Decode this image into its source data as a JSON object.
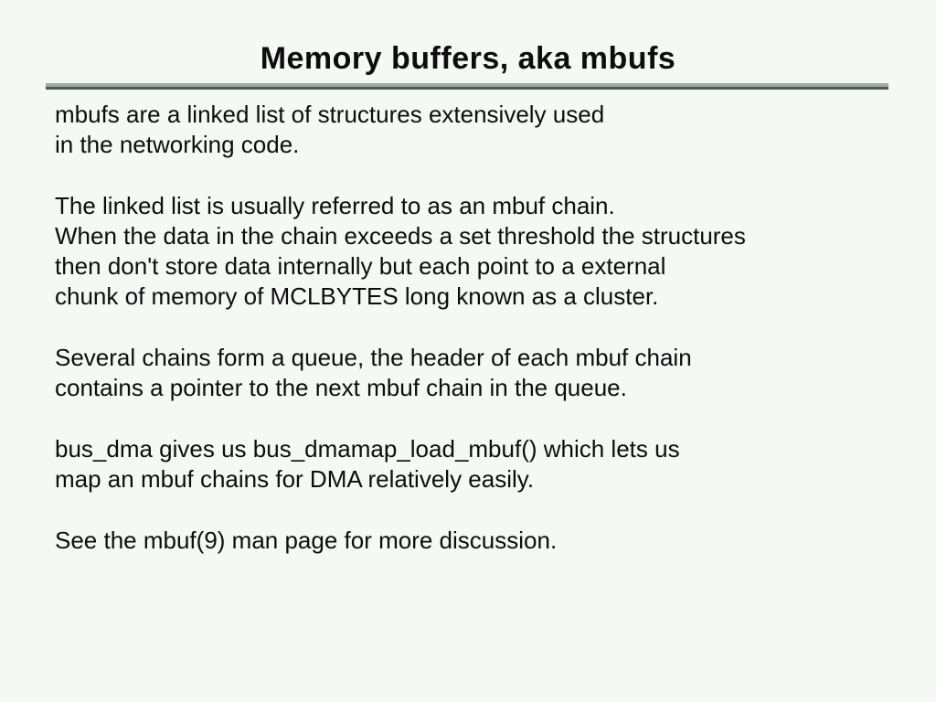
{
  "page": {
    "background_color": "#f4f9f4",
    "text_color": "#0d0d0d"
  },
  "slide": {
    "title": "Memory buffers, aka mbufs",
    "rule_colors": {
      "top": "#a2a9a2",
      "bottom": "#50584f"
    },
    "paragraphs": [
      {
        "lines": [
          "mbufs are a linked list of structures extensively used",
          "in the networking code."
        ]
      },
      {
        "lines": [
          "The linked list is usually referred to as an mbuf chain.",
          "When the data in the chain exceeds a set threshold the structures",
          "then don't store data internally but each point to a external",
          "chunk of memory of MCLBYTES long known as a cluster."
        ]
      },
      {
        "lines": [
          "Several chains form a queue, the header of each mbuf chain",
          "contains a pointer to the next mbuf chain in the queue."
        ]
      },
      {
        "lines": [
          "bus_dma gives us bus_dmamap_load_mbuf() which lets us",
          "map an mbuf chains for DMA relatively easily."
        ]
      },
      {
        "lines": [
          "See the mbuf(9) man page for more discussion."
        ]
      }
    ]
  }
}
